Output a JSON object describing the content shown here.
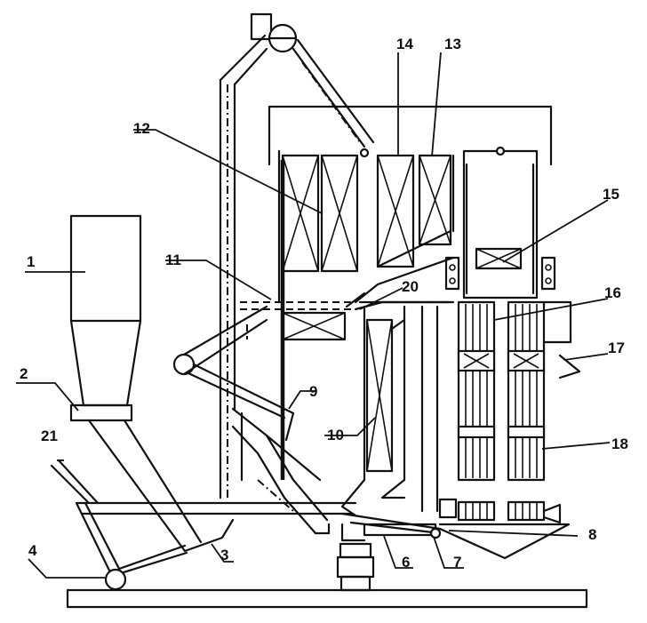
{
  "labels": {
    "l1": "1",
    "l2": "2",
    "l3": "3",
    "l4": "4",
    "l6": "6",
    "l7": "7",
    "l8": "8",
    "l9": "9",
    "l10": "10",
    "l11": "11",
    "l12": "12",
    "l13": "13",
    "l14": "14",
    "l15": "15",
    "l16": "16",
    "l17": "17",
    "l18": "18",
    "l20": "20",
    "l21": "21"
  },
  "colors": {
    "ink": "#111111",
    "paper": "#ffffff"
  }
}
